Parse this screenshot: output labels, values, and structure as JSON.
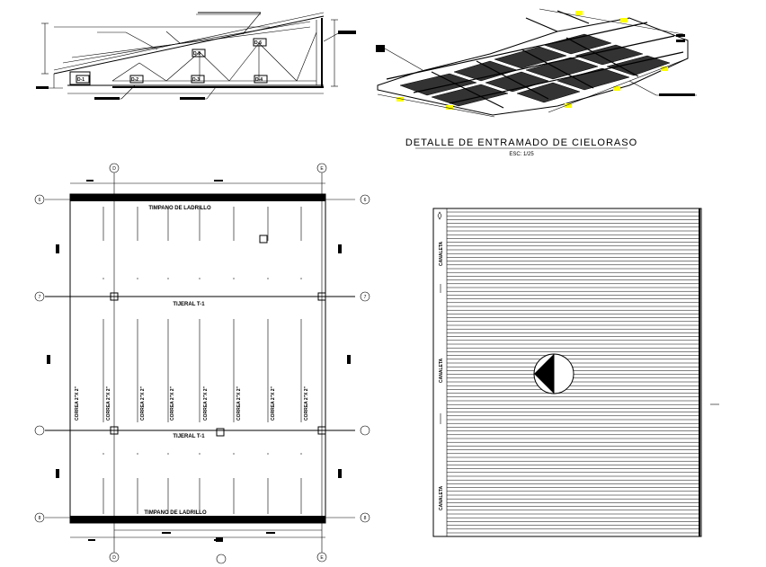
{
  "detail": {
    "title": "DETALLE DE ENTRAMADO DE CIELORASO",
    "scale": "ESC: 1/25"
  },
  "truss": {
    "labels": [
      "D-1",
      "D-2",
      "D-3",
      "D-4",
      "D-5",
      "D-6"
    ]
  },
  "plan": {
    "grid_letters": [
      "D",
      "E"
    ],
    "grid_numbers": [
      "6",
      "7",
      "8"
    ],
    "timpano_top": "TIMPANO DE LADRILLO",
    "timpano_bottom": "TIMPANO DE LADRILLO",
    "tijeral_1": "TIJERAL T-1",
    "tijeral_2": "TIJERAL T-1",
    "correa_label": "CORREA 2\"X 2\""
  },
  "roof": {
    "canaleta_label": "CANALETA"
  },
  "colors": {
    "line": "#000000",
    "highlight": "#ffff00",
    "background": "#ffffff"
  }
}
